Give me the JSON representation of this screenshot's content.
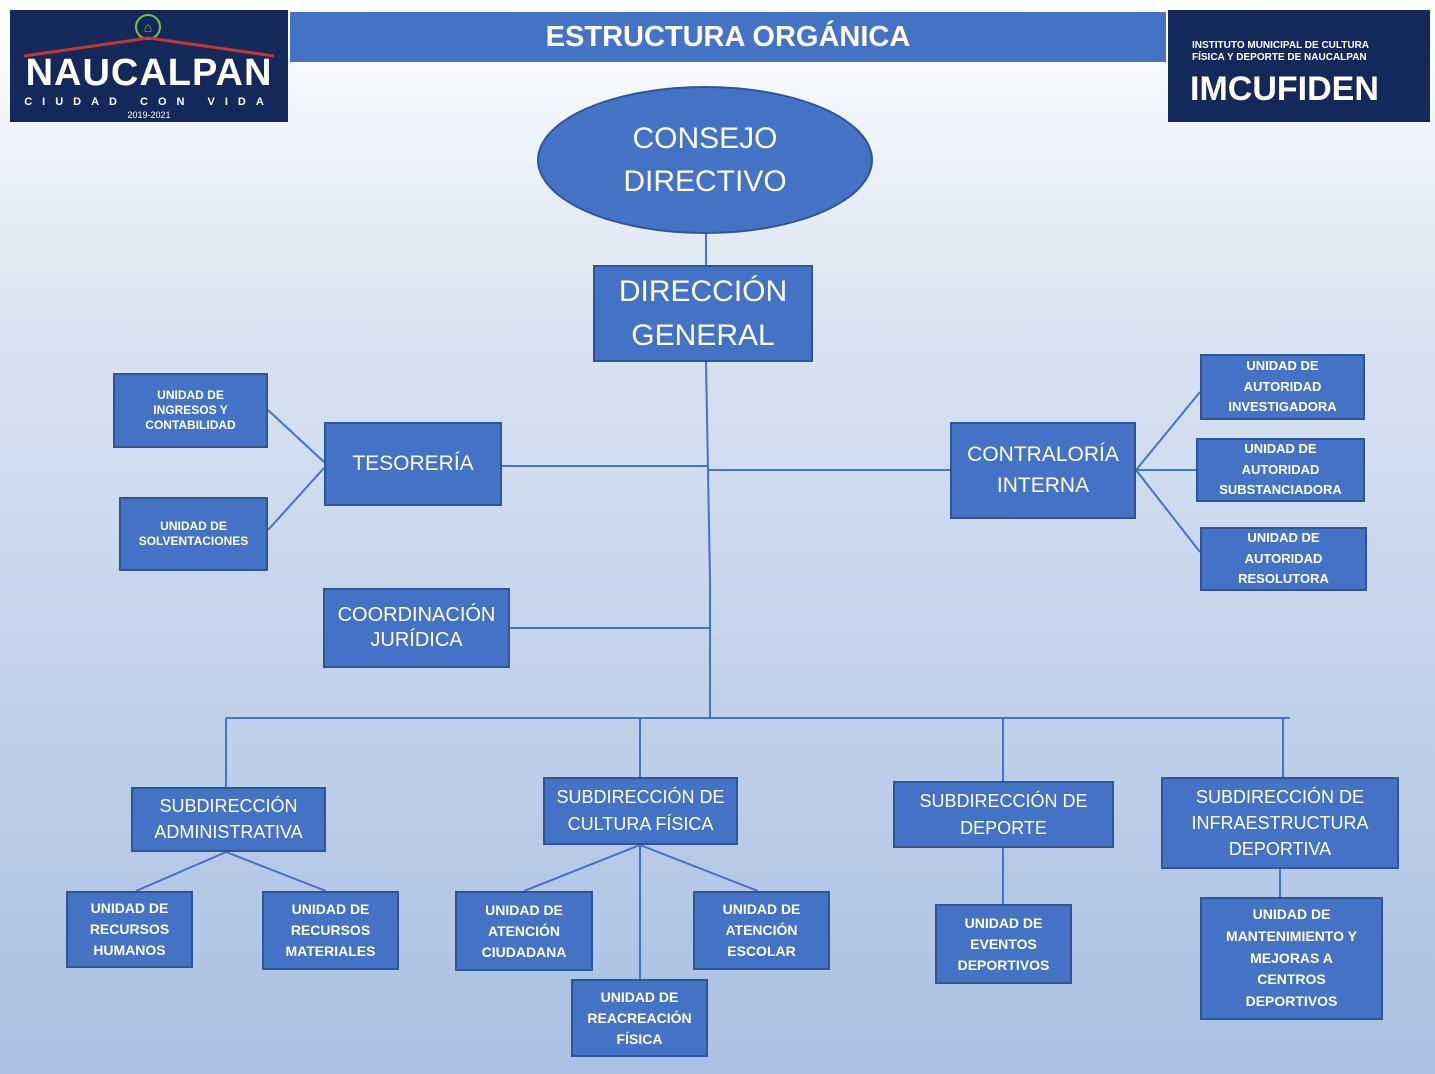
{
  "header": {
    "title": "ESTRUCTURA ORGÁNICA",
    "logo_left": {
      "brand": "NAUCALPAN",
      "tagline": "CIUDAD CON VIDA",
      "years": "2019-2021"
    },
    "logo_right": {
      "institute": "INSTITUTO MUNICIPAL DE CULTURA\nFÍSICA Y DEPORTE DE NAUCALPAN",
      "name": "IMCUFIDEN"
    }
  },
  "colors": {
    "box_fill": "#4472c4",
    "box_border": "#2f5597",
    "connector": "#4472c4",
    "logo_bg": "#14285a"
  },
  "nodes": {
    "consejo": "CONSEJO\nDIRECTIVO",
    "direccion": "DIRECCIÓN\nGENERAL",
    "tesoreria": "TESORERÍA",
    "ingresos": "UNIDAD DE\nINGRESOS Y\nCONTABILIDAD",
    "solventaciones": "UNIDAD DE\nSOLVENTACIONES",
    "contraloria": "CONTRALORÍA\nINTERNA",
    "investigadora": "UNIDAD DE\nAUTORIDAD\nINVESTIGADORA",
    "substanciadora": "UNIDAD DE\nAUTORIDAD\nSUBSTANCIADORA",
    "resolutora": "UNIDAD DE\nAUTORIDAD\nRESOLUTORA",
    "juridica": "COORDINACIÓN\nJURÍDICA",
    "sub_admin": "SUBDIRECCIÓN\nADMINISTRATIVA",
    "sub_cultura": "SUBDIRECCIÓN  DE\nCULTURA  FÍSICA",
    "sub_deporte": "SUBDIRECCIÓN  DE\nDEPORTE",
    "sub_infra": "SUBDIRECCIÓN  DE\nINFRAESTRUCTURA\nDEPORTIVA",
    "rh": "UNIDAD DE\nRECURSOS\nHUMANOS",
    "rm": "UNIDAD DE\nRECURSOS\nMATERIALES",
    "ciudadana": "UNIDAD DE\nATENCIÓN\nCIUDADANA",
    "escolar": "UNIDAD DE\nATENCIÓN\nESCOLAR",
    "reacreacion": "UNIDAD DE\nREACREACIÓN\nFÍSICA",
    "eventos": "UNIDAD DE\nEVENTOS\nDEPORTIVOS",
    "mantenimiento": "UNIDAD DE\nMANTENIMIENTO Y\nMEJORAS A\nCENTROS\nDEPORTIVOS"
  }
}
